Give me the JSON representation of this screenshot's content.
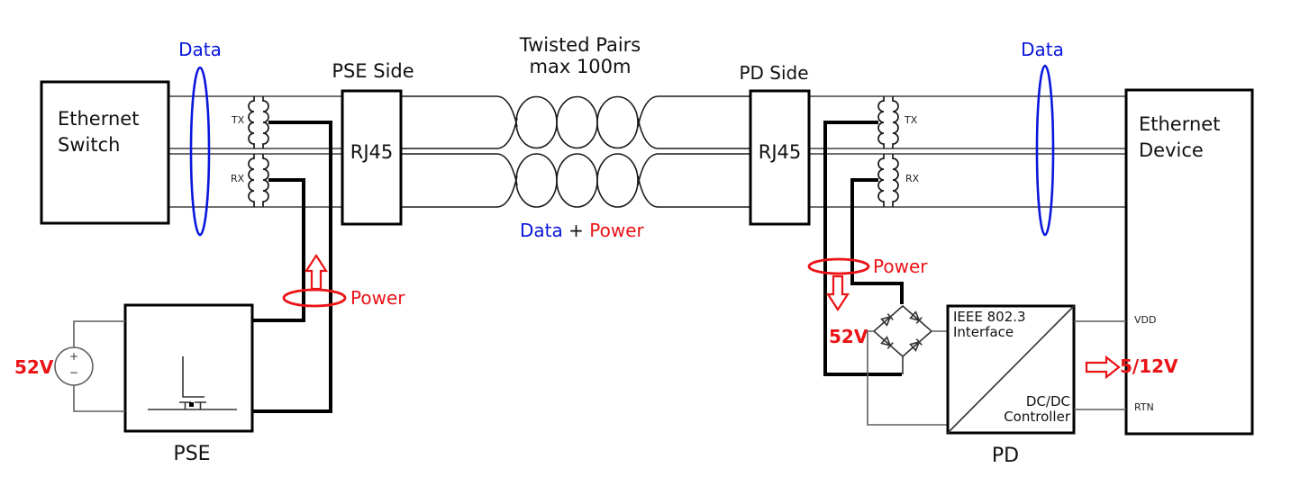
{
  "colors": {
    "data_blue": "#0916dc",
    "power_red": "#ea1316",
    "wire_dark": "#404040",
    "thick_black": "#000000"
  },
  "top_labels": {
    "data_left": "Data",
    "pse_side": "PSE Side",
    "twisted_line1": "Twisted Pairs",
    "twisted_line2": "max 100m",
    "pd_side": "PD Side",
    "data_right": "Data"
  },
  "cable_label": {
    "data": "Data",
    "plus": " + ",
    "power": "Power"
  },
  "left_section": {
    "switch_line1": "Ethernet",
    "switch_line2": "Switch",
    "rj45": "RJ45",
    "tx": "TX",
    "rx": "RX",
    "power": "Power",
    "source_voltage": "52V",
    "source_plus": "+",
    "source_minus": "−",
    "pse": "PSE"
  },
  "right_section": {
    "device_line1": "Ethernet",
    "device_line2": "Device",
    "rj45": "RJ45",
    "tx": "TX",
    "rx": "RX",
    "power": "Power",
    "input_voltage": "52V",
    "ieee_line1": "IEEE 802.3",
    "ieee_line2": "Interface",
    "dcdc_line1": "DC/DC",
    "dcdc_line2": "Controller",
    "vdd": "VDD",
    "rtn": "RTN",
    "output_voltage": "5/12V",
    "pd": "PD"
  }
}
